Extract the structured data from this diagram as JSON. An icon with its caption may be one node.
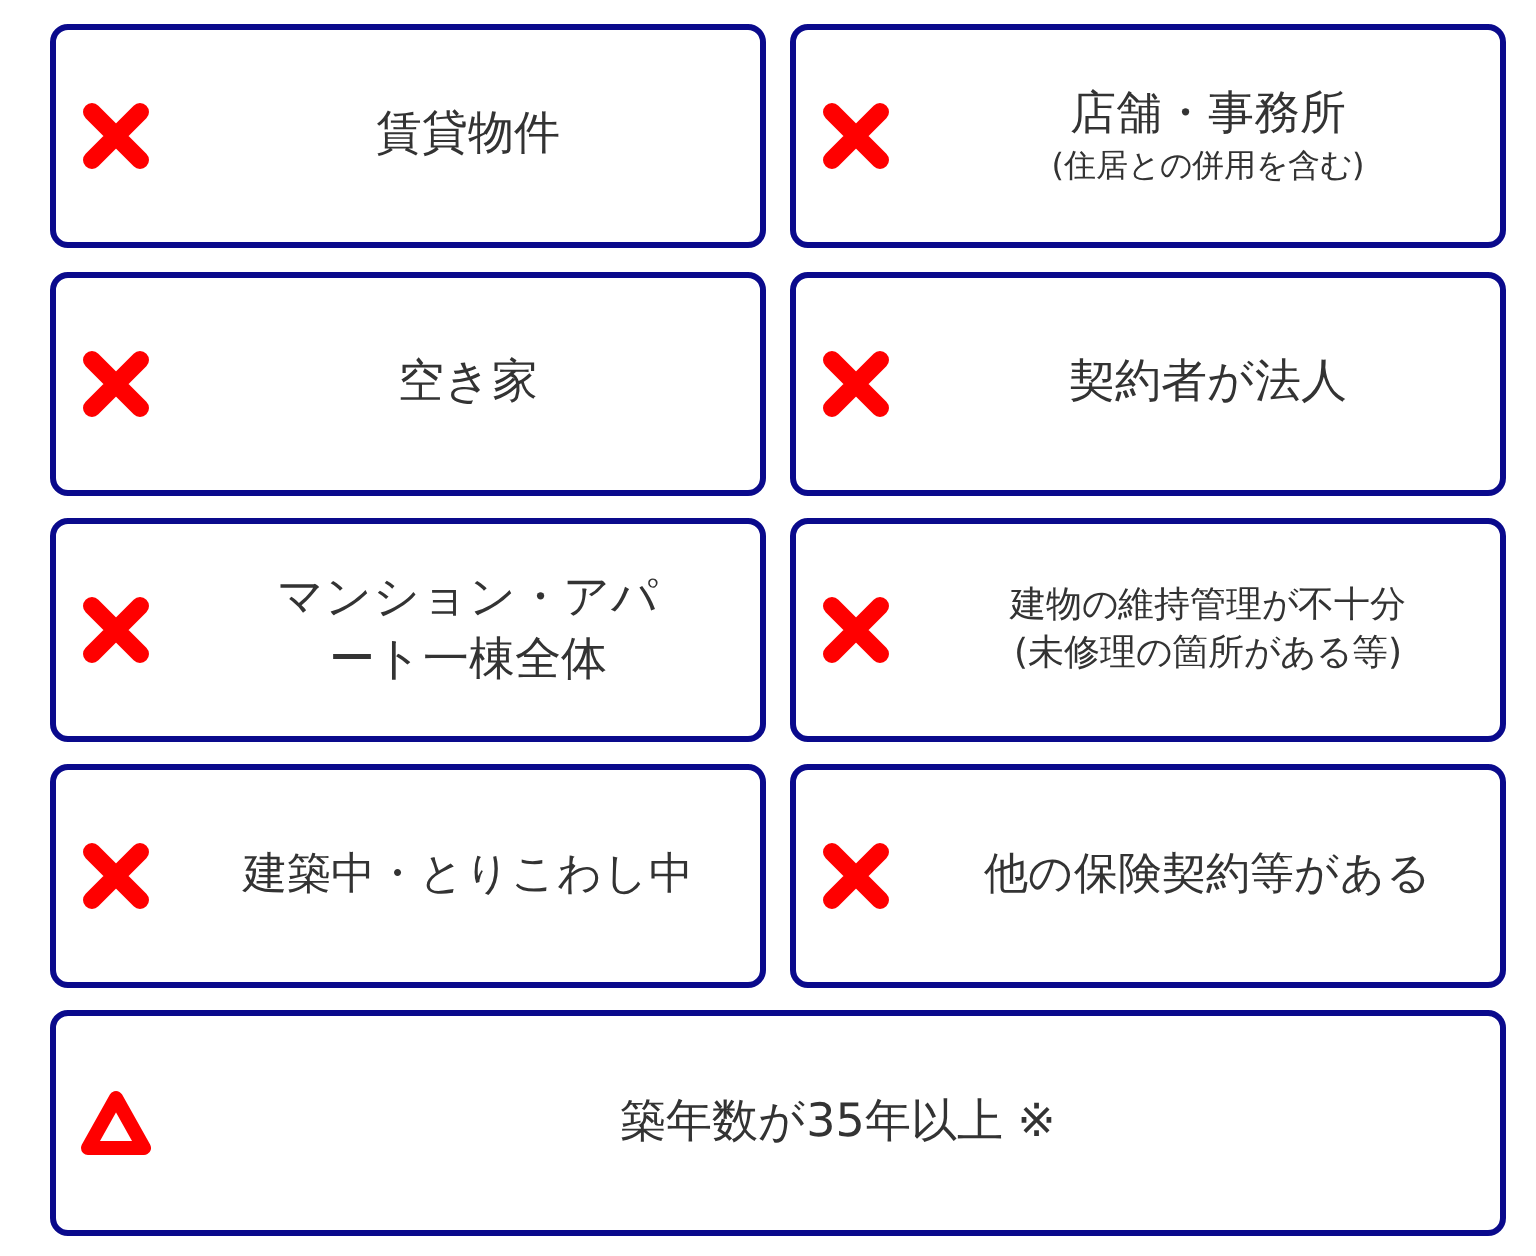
{
  "diagram": {
    "nodes": [
      {
        "text": [
          "賃貸物件"
        ]
      },
      {
        "text": [
          "店舗・事務所",
          "(住居との併用を含む)"
        ]
      },
      {
        "text": [
          "空き家"
        ]
      },
      {
        "text": [
          "契約者が法人"
        ]
      },
      {
        "text": [
          "マンション・アパート一棟全体"
        ]
      },
      {
        "text": [
          "建物の維持管理が不十分",
          "(未修理の箇所がある等)"
        ]
      },
      {
        "text": [
          "建築中・とりこわし中"
        ]
      },
      {
        "text": [
          "他の保険契約等がある"
        ]
      },
      {
        "text": [
          "築年数が35年以上 ※"
        ]
      }
    ]
  }
}
